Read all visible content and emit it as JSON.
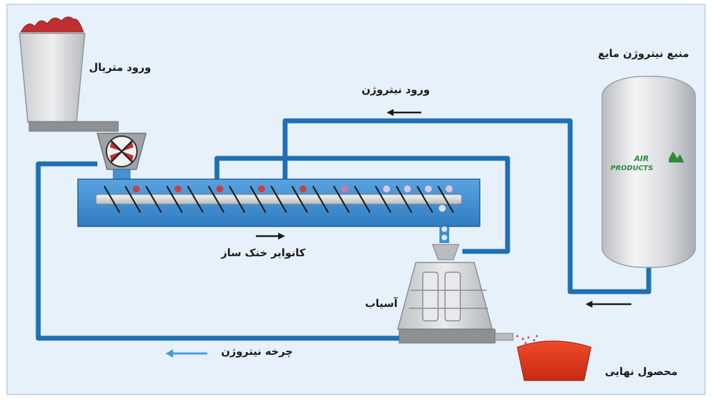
{
  "labels": {
    "material_inlet": "ورود متریال",
    "nitrogen_inlet": "ورود نیتروژن",
    "liquid_nitrogen_source": "منبع نیتروژن مایع",
    "cooling_conveyor": "کانوایر خنک ساز",
    "mill": "آسیاب",
    "nitrogen_cycle": "چرخه نیتروژن",
    "final_product": "محصول نهایی"
  },
  "tank_logo": {
    "line1": "AIR",
    "line2": "PRODUCTS"
  },
  "colors": {
    "background": "#e6f1fb",
    "pipe": "#1f6fb3",
    "conveyor": "#3d8fd6",
    "material": "#c84040",
    "product": "#e2361c",
    "tank": "#d9dcde",
    "logo": "#2e8b3a",
    "arrow_dark": "#1b1b1b",
    "arrow_light": "#4a9ad6"
  },
  "icons": {
    "flow_arrow": "arrow-icon",
    "fan": "rotary-valve-icon"
  }
}
